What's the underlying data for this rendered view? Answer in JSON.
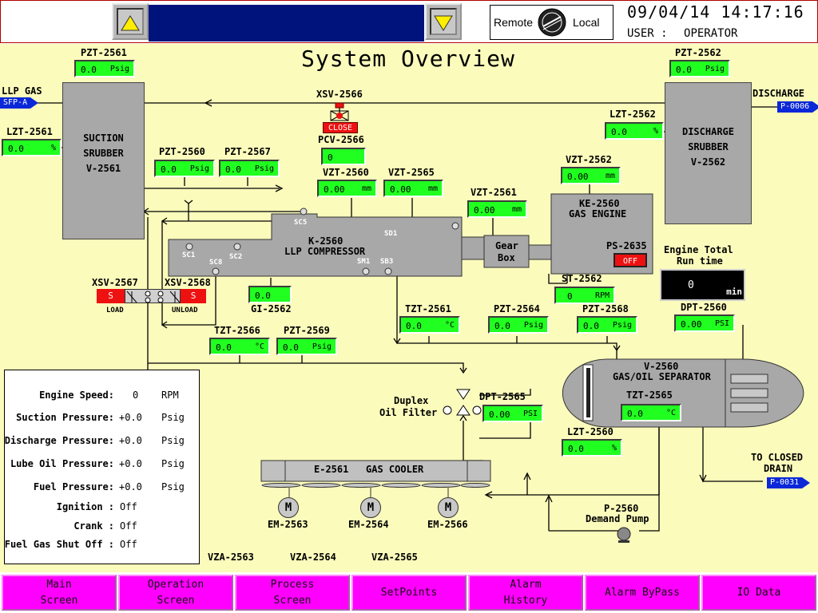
{
  "header": {
    "mode_remote": "Remote",
    "mode_local": "Local",
    "datetime": "09/04/14 14:17:16",
    "user_label": "USER :",
    "user_value": "OPERATOR"
  },
  "page_title": "System Overview",
  "flags": {
    "llp_gas_label": "LLP GAS",
    "sfp_a": "SFP-A",
    "discharge_label": "DISCHARGE",
    "p0006": "P-0006",
    "to_closed_drain_1": "TO CLOSED",
    "to_closed_drain_2": "DRAIN",
    "p0031": "P-0031"
  },
  "instruments": {
    "pzt2561": {
      "tag": "PZT-2561",
      "value": "0.0",
      "unit": "Psig"
    },
    "pzt2562": {
      "tag": "PZT-2562",
      "value": "0.0",
      "unit": "Psig"
    },
    "lzt2561": {
      "tag": "LZT-2561",
      "value": "0.0",
      "unit": "%"
    },
    "lzt2562": {
      "tag": "LZT-2562",
      "value": "0.0",
      "unit": "%"
    },
    "pzt2560": {
      "tag": "PZT-2560",
      "value": "0.0",
      "unit": "Psig"
    },
    "pzt2567": {
      "tag": "PZT-2567",
      "value": "0.0",
      "unit": "Psig"
    },
    "pcv2566": {
      "tag": "PCV-2566",
      "value": "0",
      "unit": ""
    },
    "vzt2560": {
      "tag": "VZT-2560",
      "value": "0.00",
      "unit": "mm"
    },
    "vzt2565": {
      "tag": "VZT-2565",
      "value": "0.00",
      "unit": "mm"
    },
    "vzt2561": {
      "tag": "VZT-2561",
      "value": "0.00",
      "unit": "mm"
    },
    "vzt2562": {
      "tag": "VZT-2562",
      "value": "0.00",
      "unit": "mm"
    },
    "gi2562": {
      "tag": "GI-2562",
      "value": "0.0",
      "unit": ""
    },
    "st2562": {
      "tag": "ST-2562",
      "value": "0",
      "unit": "RPM"
    },
    "tzt2561": {
      "tag": "TZT-2561",
      "value": "0.0",
      "unit": "°C"
    },
    "pzt2564": {
      "tag": "PZT-2564",
      "value": "0.0",
      "unit": "Psig"
    },
    "pzt2568": {
      "tag": "PZT-2568",
      "value": "0.0",
      "unit": "Psig"
    },
    "dpt2560": {
      "tag": "DPT-2560",
      "value": "0.00",
      "unit": "PSI"
    },
    "tzt2566": {
      "tag": "TZT-2566",
      "value": "0.0",
      "unit": "°C"
    },
    "pzt2569": {
      "tag": "PZT-2569",
      "value": "0.0",
      "unit": "Psig"
    },
    "dpt2565": {
      "tag": "DPT-2565",
      "value": "0.00",
      "unit": "PSI"
    },
    "tzt2565": {
      "tag": "TZT-2565",
      "value": "0.0",
      "unit": "°C"
    },
    "lzt2560": {
      "tag": "LZT-2560",
      "value": "0.0",
      "unit": "%"
    }
  },
  "equipment": {
    "suction_scrubber": [
      "SUCTION",
      "SRUBBER",
      "V-2561"
    ],
    "discharge_scrubber": [
      "DISCHARGE",
      "SRUBBER",
      "V-2562"
    ],
    "compressor": [
      "K-2560",
      "LLP COMPRESSOR"
    ],
    "gearbox": [
      "Gear",
      "Box"
    ],
    "engine": [
      "KE-2560",
      "GAS ENGINE"
    ],
    "separator": [
      "V-2560",
      "GAS/OIL SEPARATOR"
    ],
    "cooler": "E-2561   GAS COOLER",
    "duplex_filter": [
      "Duplex",
      "Oil Filter"
    ],
    "pump": [
      "P-2560",
      "Demand Pump"
    ],
    "xsv2566": "XSV-2566",
    "xsv2566_state": "CLOSE",
    "xsv2567": "XSV-2567",
    "xsv2568": "XSV-2568",
    "load": "LOAD",
    "unload": "UNLOAD",
    "s_left": "S",
    "s_right": "S",
    "ps2635": "PS-2635",
    "ps2635_state": "OFF",
    "engine_runtime_label": [
      "Engine Total",
      "Run time"
    ],
    "engine_runtime_value": "0",
    "engine_runtime_unit": "min",
    "motor_letter": "M",
    "motors": [
      "EM-2563",
      "EM-2564",
      "EM-2566"
    ],
    "vza": [
      "VZA-2563",
      "VZA-2564",
      "VZA-2565"
    ],
    "switches": {
      "sc5": "SC5",
      "sd1": "SD1",
      "sc1": "SC1",
      "sc2": "SC2",
      "sc8": "SC8",
      "sm1": "SM1",
      "sb3": "SB3"
    }
  },
  "status_panel": [
    {
      "label": "Engine Speed:",
      "value": "0",
      "unit": "RPM"
    },
    {
      "label": "Suction Pressure:",
      "value": "+0.0",
      "unit": "Psig"
    },
    {
      "label": "Discharge Pressure:",
      "value": "+0.0",
      "unit": "Psig"
    },
    {
      "label": "Lube Oil Pressure:",
      "value": "+0.0",
      "unit": "Psig"
    },
    {
      "label": "Fuel Pressure:",
      "value": "+0.0",
      "unit": "Psig"
    },
    {
      "label": "Ignition :",
      "value": "Off",
      "unit": ""
    },
    {
      "label": "Crank :",
      "value": "Off",
      "unit": ""
    },
    {
      "label": "Fuel Gas Shut Off :",
      "value": "Off",
      "unit": ""
    }
  ],
  "nav": [
    [
      "Main",
      "Screen"
    ],
    [
      "Operation",
      "Screen"
    ],
    [
      "Process",
      "Screen"
    ],
    [
      "SetPoints"
    ],
    [
      "Alarm",
      "History"
    ],
    [
      "Alarm ByPass"
    ],
    [
      "IO Data"
    ]
  ],
  "colors": {
    "canvas": "#fbfbbc",
    "display": "#20ff20",
    "nav": "#ff00ff",
    "flag": "#0a28d8",
    "alarm": "#e11111"
  }
}
